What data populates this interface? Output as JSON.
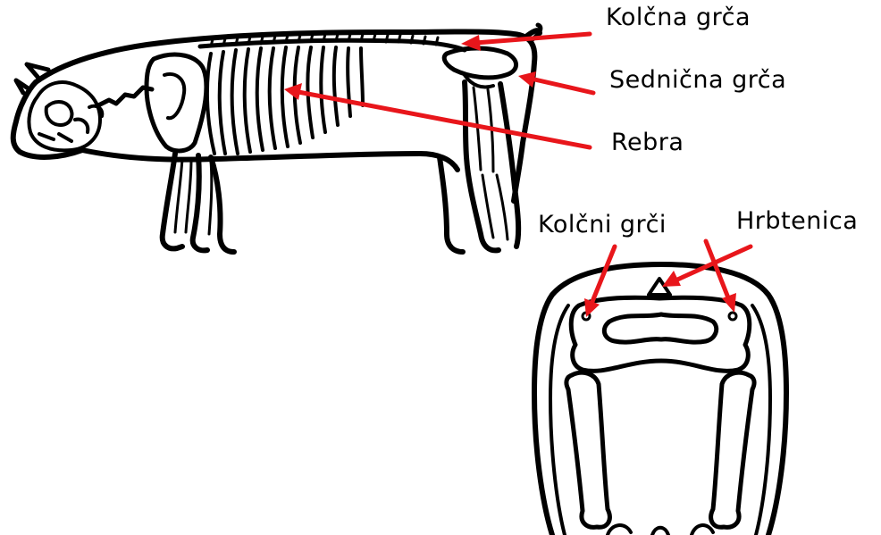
{
  "labels": {
    "hip_bone": "Kolčna grča",
    "pin_bone": "Sednična grča",
    "ribs": "Rebra",
    "hip_bones": "Kolčni grči",
    "spine": "Hrbtenica"
  },
  "colors": {
    "arrow": "#e8161b",
    "ink": "#000000",
    "background": "#ffffff"
  }
}
